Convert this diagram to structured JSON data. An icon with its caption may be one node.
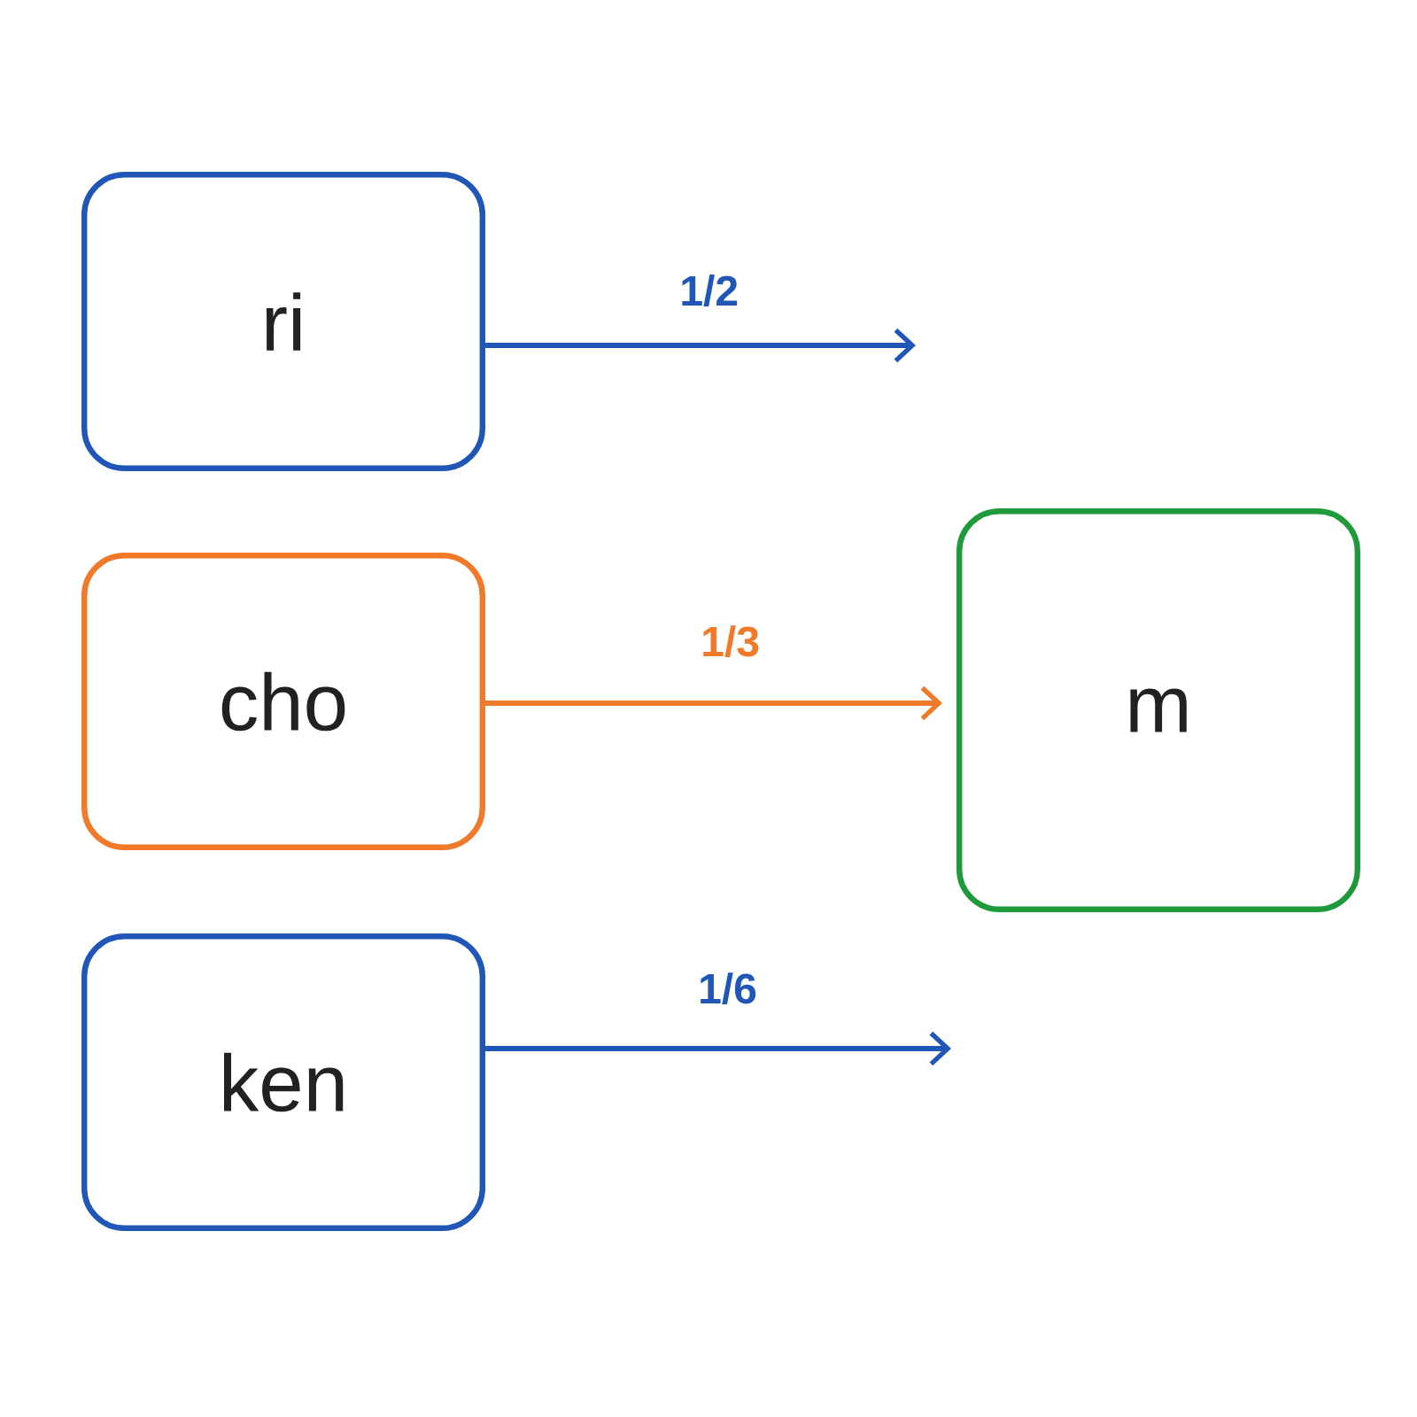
{
  "diagram": {
    "nodes": [
      {
        "text": [
          "ri"
        ]
      },
      {
        "text": [
          "cho"
        ]
      },
      {
        "text": [
          "ken"
        ]
      },
      {
        "text": [
          "m"
        ]
      }
    ],
    "edges": [
      {
        "from": 0,
        "to": null,
        "arrow": "to",
        "label": "1/2"
      },
      {
        "from": 1,
        "to": 3,
        "arrow": "to",
        "label": "1/3",
        "color": "#f07a2a"
      },
      {
        "from": 2,
        "to": null,
        "arrow": "to",
        "label": "1/6"
      }
    ]
  }
}
